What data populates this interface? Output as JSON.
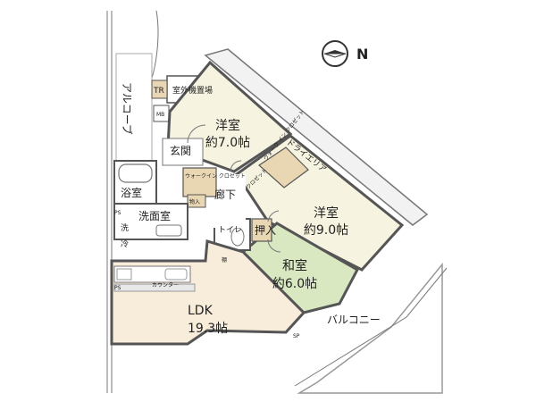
{
  "compass": {
    "label": "N"
  },
  "rooms": {
    "western1": {
      "name": "洋室",
      "size": "約7.0帖"
    },
    "western2": {
      "name": "洋室",
      "size": "約9.0帖"
    },
    "japanese": {
      "name": "和室",
      "size": "約6.0帖"
    },
    "ldk": {
      "name": "LDK",
      "size": "19.3帖"
    },
    "entrance": "玄関",
    "hallway": "廊下",
    "bath": "浴室",
    "washroom": "洗面室",
    "toilet": "トイレ",
    "alcove": "アルコーブ",
    "outdoor_unit": "室外機置場",
    "dry_area": "ドライエリア",
    "balcony": "バルコニー",
    "walkin_closet": "ウォークイン クロゼット",
    "walkin_closet2": "ウォーク イン クロゼット",
    "closet": "クロゼット",
    "oshiire": "押入",
    "storage": "物入",
    "counter": "カウンター"
  },
  "marks": {
    "tr": "TR",
    "mb": "MB",
    "ps": "PS",
    "ps2": "PS",
    "wash": "洗",
    "fridge": "冷",
    "tana": "棚",
    "sp": "SP"
  },
  "colors": {
    "room": "#f6f3e0",
    "ldk": "#f8ecdb",
    "japanese": "#d9e8c0",
    "storage": "#e9d7b4",
    "balcony": "#ffffff",
    "wall": "#555555"
  }
}
